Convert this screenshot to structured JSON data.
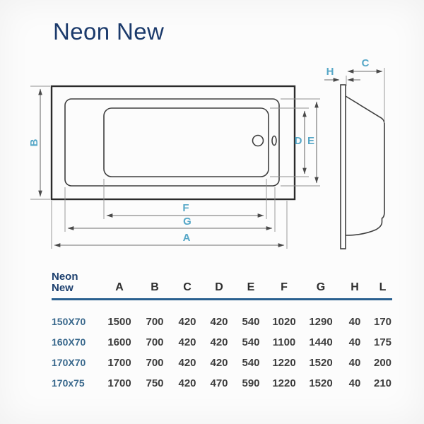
{
  "title": "Neon New",
  "drawing": {
    "labels": {
      "a": "A",
      "b": "B",
      "c": "C",
      "d": "D",
      "e": "E",
      "f": "F",
      "g": "G",
      "h": "H"
    },
    "icons": {
      "drain": "circle",
      "overflow": "oval-slot"
    }
  },
  "colors": {
    "accent_cyan": "#56a7c7",
    "title_navy": "#1b3a6b",
    "model_blue": "#39688c",
    "rule_blue": "#2a6090",
    "line_dark": "#2b2b2b",
    "line_dim": "#6e6e6e",
    "value_gray": "#3d3d3d"
  },
  "table": {
    "header_model_line1": "Neon",
    "header_model_line2": "New",
    "columns": [
      "A",
      "B",
      "C",
      "D",
      "E",
      "F",
      "G",
      "H",
      "L"
    ],
    "rows": [
      {
        "model": "150X70",
        "values": [
          "1500",
          "700",
          "420",
          "420",
          "540",
          "1020",
          "1290",
          "40",
          "170"
        ]
      },
      {
        "model": "160X70",
        "values": [
          "1600",
          "700",
          "420",
          "420",
          "540",
          "1100",
          "1440",
          "40",
          "175"
        ]
      },
      {
        "model": "170X70",
        "values": [
          "1700",
          "700",
          "420",
          "420",
          "540",
          "1220",
          "1520",
          "40",
          "200"
        ]
      },
      {
        "model": "170x75",
        "values": [
          "1700",
          "750",
          "420",
          "470",
          "590",
          "1220",
          "1520",
          "40",
          "210"
        ]
      }
    ]
  }
}
